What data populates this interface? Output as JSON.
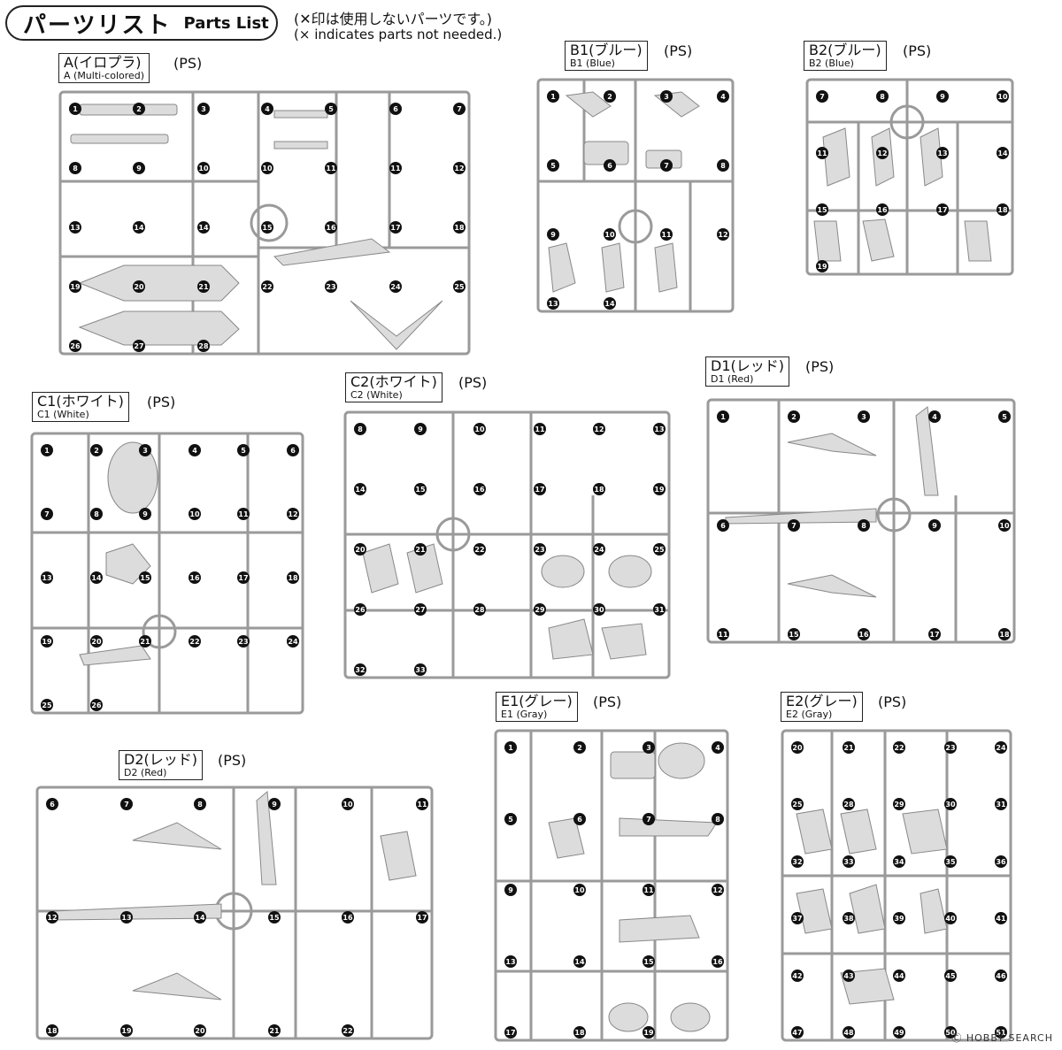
{
  "header": {
    "title_jp": "パーツリスト",
    "title_en": "Parts List",
    "note_jp": "(✕印は使用しないパーツです。)",
    "note_en": "(× indicates parts not needed.)"
  },
  "sprues": [
    {
      "id": "A",
      "name": "A(イロプラ)",
      "sub": "A (Multi-colored)",
      "material": "(PS)"
    },
    {
      "id": "B1",
      "name": "B1(ブルー)",
      "sub": "B1 (Blue)",
      "material": "(PS)"
    },
    {
      "id": "B2",
      "name": "B2(ブルー)",
      "sub": "B2 (Blue)",
      "material": "(PS)"
    },
    {
      "id": "C1",
      "name": "C1(ホワイト)",
      "sub": "C1 (White)",
      "material": "(PS)"
    },
    {
      "id": "C2",
      "name": "C2(ホワイト)",
      "sub": "C2 (White)",
      "material": "(PS)"
    },
    {
      "id": "D1",
      "name": "D1(レッド)",
      "sub": "D1 (Red)",
      "material": "(PS)"
    },
    {
      "id": "D2",
      "name": "D2(レッド)",
      "sub": "D2 (Red)",
      "material": "(PS)"
    },
    {
      "id": "E1",
      "name": "E1(グレー)",
      "sub": "E1 (Gray)",
      "material": "(PS)"
    },
    {
      "id": "E2",
      "name": "E2(グレー)",
      "sub": "E2 (Gray)",
      "material": "(PS)"
    }
  ],
  "part_numbers": {
    "A": [
      "1",
      "2",
      "3",
      "4",
      "5",
      "6",
      "7",
      "8",
      "9",
      "10",
      "10",
      "11",
      "11",
      "12",
      "13",
      "14",
      "14",
      "15",
      "16",
      "17",
      "18",
      "19",
      "20",
      "21",
      "22",
      "23",
      "24",
      "25",
      "26",
      "27",
      "28"
    ],
    "B1": [
      "1",
      "2",
      "3",
      "4",
      "5",
      "6",
      "7",
      "8",
      "9",
      "10",
      "11",
      "12",
      "13",
      "14"
    ],
    "B2": [
      "7",
      "8",
      "9",
      "10",
      "11",
      "12",
      "13",
      "14",
      "15",
      "16",
      "17",
      "18",
      "19"
    ],
    "C1": [
      "1",
      "2",
      "3",
      "4",
      "5",
      "6",
      "7",
      "8",
      "9",
      "10",
      "11",
      "12",
      "13",
      "14",
      "15",
      "16",
      "17",
      "18",
      "19",
      "20",
      "21",
      "22",
      "23",
      "24",
      "25",
      "26"
    ],
    "C2": [
      "8",
      "9",
      "10",
      "11",
      "12",
      "13",
      "14",
      "15",
      "16",
      "17",
      "18",
      "19",
      "20",
      "21",
      "22",
      "23",
      "24",
      "25",
      "26",
      "27",
      "28",
      "29",
      "30",
      "31",
      "32",
      "33"
    ],
    "D1": [
      "1",
      "2",
      "3",
      "4",
      "5",
      "6",
      "7",
      "8",
      "9",
      "10",
      "11",
      "15",
      "16",
      "17",
      "18"
    ],
    "D2": [
      "6",
      "7",
      "8",
      "9",
      "10",
      "11",
      "12",
      "13",
      "14",
      "15",
      "16",
      "17",
      "18",
      "19",
      "20",
      "21",
      "22"
    ],
    "E1": [
      "1",
      "2",
      "3",
      "4",
      "5",
      "6",
      "7",
      "8",
      "9",
      "10",
      "11",
      "12",
      "13",
      "14",
      "15",
      "16",
      "17",
      "18",
      "19"
    ],
    "E2": [
      "20",
      "21",
      "22",
      "23",
      "24",
      "25",
      "28",
      "29",
      "30",
      "31",
      "32",
      "33",
      "34",
      "35",
      "36",
      "37",
      "38",
      "39",
      "40",
      "41",
      "42",
      "43",
      "44",
      "45",
      "46",
      "47",
      "48",
      "49",
      "50",
      "51"
    ]
  },
  "watermark": "Ⓒ HOBBY SEARCH",
  "colors": {
    "ink": "#111111",
    "sprue": "#9a9a9a",
    "part_fill": "#dcdcdc"
  }
}
